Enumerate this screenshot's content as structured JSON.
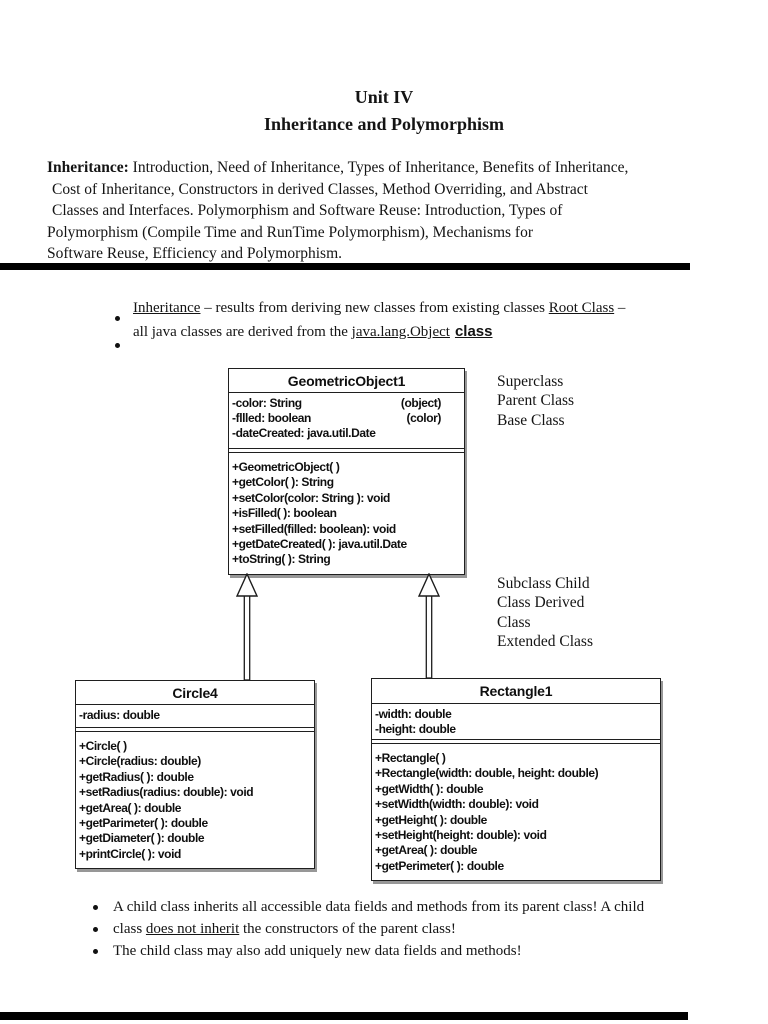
{
  "header": {
    "title_line1": "Unit IV",
    "title_line2": "Inheritance and Polymorphism"
  },
  "intro": {
    "lead": "Inheritance:",
    "line1_rest": " Introduction, Need of Inheritance, Types of Inheritance, Benefits of Inheritance,",
    "line2": "Cost of Inheritance, Constructors in derived Classes, Method Overriding, and Abstract",
    "line3": "Classes and Interfaces. Polymorphism and Software Reuse: Introduction, Types of",
    "line4": "Polymorphism (Compile Time and RunTime Polymorphism), Mechanisms for",
    "line5": "Software Reuse, Efficiency and Polymorphism."
  },
  "bullets_top": {
    "seg_inheritance": "Inheritance",
    "seg_mid": " – results from deriving new classes from existing classes ",
    "seg_root": "Root Class",
    "seg_dash": " –",
    "line2_start": "all java classes are derived from the ",
    "seg_object": "java.lang.Object",
    "seg_class": "class"
  },
  "labels": {
    "superclass": [
      "Superclass",
      "Parent Class",
      "Base Class"
    ],
    "subclass": [
      "Subclass Child",
      "Class Derived",
      "Class",
      "Extended Class"
    ]
  },
  "uml": {
    "geometric": {
      "title": "GeometricObject1",
      "attrs": [
        {
          "text": "-color: String",
          "note": "(object)"
        },
        {
          "text": "-fllled: boolean",
          "note": "(color)"
        },
        {
          "text": "-dateCreated: java.util.Date",
          "note": ""
        }
      ],
      "methods": [
        "+GeometricObject( )",
        "+getColor( ): String",
        "+setColor(color: String ): void",
        "+isFilled( ): boolean",
        "+setFilled(filled: boolean): void",
        "+getDateCreated( ): java.util.Date",
        "+toString( ): String"
      ]
    },
    "circle": {
      "title": "Circle4",
      "attrs": [
        "-radius: double"
      ],
      "methods": [
        "+Circle( )",
        "+Circle(radius: double)",
        "+getRadius( ): double",
        "+setRadius(radius: double): void",
        "+getArea( ): double",
        "+getParimeter( ): double",
        "+getDiameter( ): double",
        "+printCircle( ): void"
      ]
    },
    "rectangle": {
      "title": "Rectangle1",
      "attrs": [
        "-width: double",
        "-height: double"
      ],
      "methods": [
        "+Rectangle( )",
        "+Rectangle(width: double, height: double)",
        "+getWidth( ): double",
        "+setWidth(width: double): void",
        "+getHeight( ): double",
        "+setHeight(height: double): void",
        "+getArea( ): double",
        "+getPerimeter( ): double"
      ]
    }
  },
  "bullets_bottom": {
    "line1": "A child class inherits all accessible data fields and methods from its parent class! A child",
    "line2_start": "class ",
    "line2_underline": "does not inherit",
    "line2_end": " the constructors of the parent class!",
    "line3": "The child class may also add uniquely new data fields and methods!"
  },
  "colors": {
    "ink": "#141414",
    "bar": "#000000",
    "box_shadow": "#979797"
  }
}
